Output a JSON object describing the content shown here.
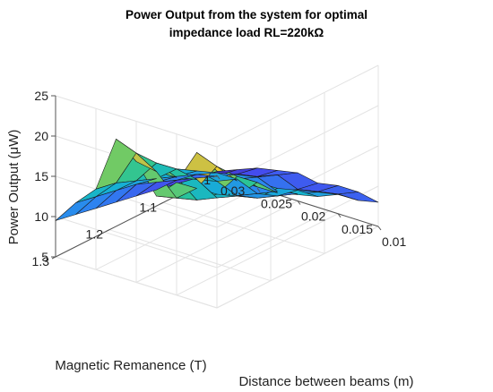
{
  "chart_data": {
    "type": "surface",
    "title": [
      "Power Output from the system for optimal",
      "impedance load RL=220kΩ"
    ],
    "xlabel": "Distance between beams (m)",
    "ylabel": "Magnetic Remanence (T)",
    "zlabel": "Power Output (μW)",
    "xlim": [
      0.01,
      0.03
    ],
    "ylim": [
      1.0,
      1.3
    ],
    "zlim": [
      5,
      25
    ],
    "xticks": [
      "0.01",
      "0.015",
      "0.02",
      "0.025",
      "0.03"
    ],
    "yticks": [
      "1",
      "1.1",
      "1.2",
      "1.3"
    ],
    "zticks": [
      "5",
      "10",
      "15",
      "20",
      "25"
    ],
    "grid": true,
    "colormap": "parula",
    "x": [
      0.01,
      0.0125,
      0.015,
      0.0175,
      0.02,
      0.0225,
      0.025,
      0.0275,
      0.03
    ],
    "y": [
      1.0,
      1.0375,
      1.075,
      1.1125,
      1.15,
      1.1875,
      1.225,
      1.2625,
      1.3
    ],
    "z": [
      [
        8.0,
        8.5,
        8.5,
        8.0,
        8.5,
        8.0,
        7.5,
        6.5,
        5.5
      ],
      [
        9.5,
        9.5,
        9.0,
        8.5,
        9.5,
        8.5,
        8.0,
        7.0,
        6.0
      ],
      [
        11.5,
        11.0,
        10.0,
        9.5,
        10.5,
        10.0,
        9.0,
        8.0,
        6.5
      ],
      [
        12.5,
        12.5,
        11.0,
        10.5,
        11.5,
        11.5,
        10.5,
        9.0,
        7.0
      ],
      [
        14.0,
        14.0,
        12.0,
        11.5,
        12.5,
        13.0,
        11.5,
        10.0,
        7.5
      ],
      [
        15.5,
        16.0,
        13.5,
        12.5,
        14.0,
        14.5,
        12.5,
        11.0,
        8.0
      ],
      [
        17.5,
        18.0,
        15.0,
        13.5,
        15.5,
        16.5,
        13.5,
        11.5,
        8.5
      ],
      [
        19.5,
        20.5,
        17.0,
        15.0,
        17.5,
        19.0,
        14.5,
        12.0,
        9.0
      ],
      [
        22.0,
        23.5,
        19.0,
        16.5,
        20.0,
        22.0,
        15.0,
        12.5,
        9.5
      ]
    ]
  }
}
